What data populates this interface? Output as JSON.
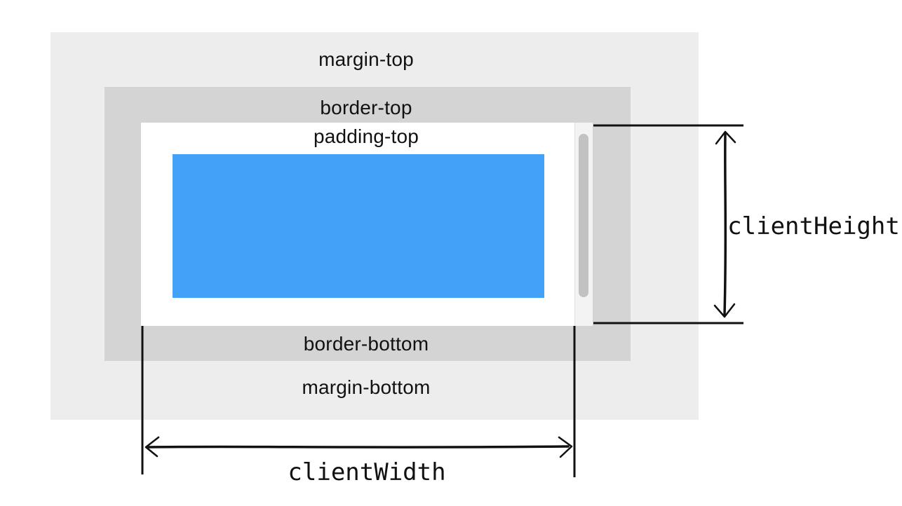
{
  "diagram": {
    "margin_top_label": "margin-top",
    "border_top_label": "border-top",
    "padding_top_label": "padding-top",
    "border_bottom_label": "border-bottom",
    "margin_bottom_label": "margin-bottom",
    "client_height_label": "clientHeight",
    "client_width_label": "clientWidth"
  },
  "colors": {
    "margin": "#ededed",
    "border": "#d4d4d4",
    "padding": "#ffffff",
    "content": "#43a1f7",
    "scrollbar_thumb": "#c2c2c2",
    "line": "#111111"
  }
}
